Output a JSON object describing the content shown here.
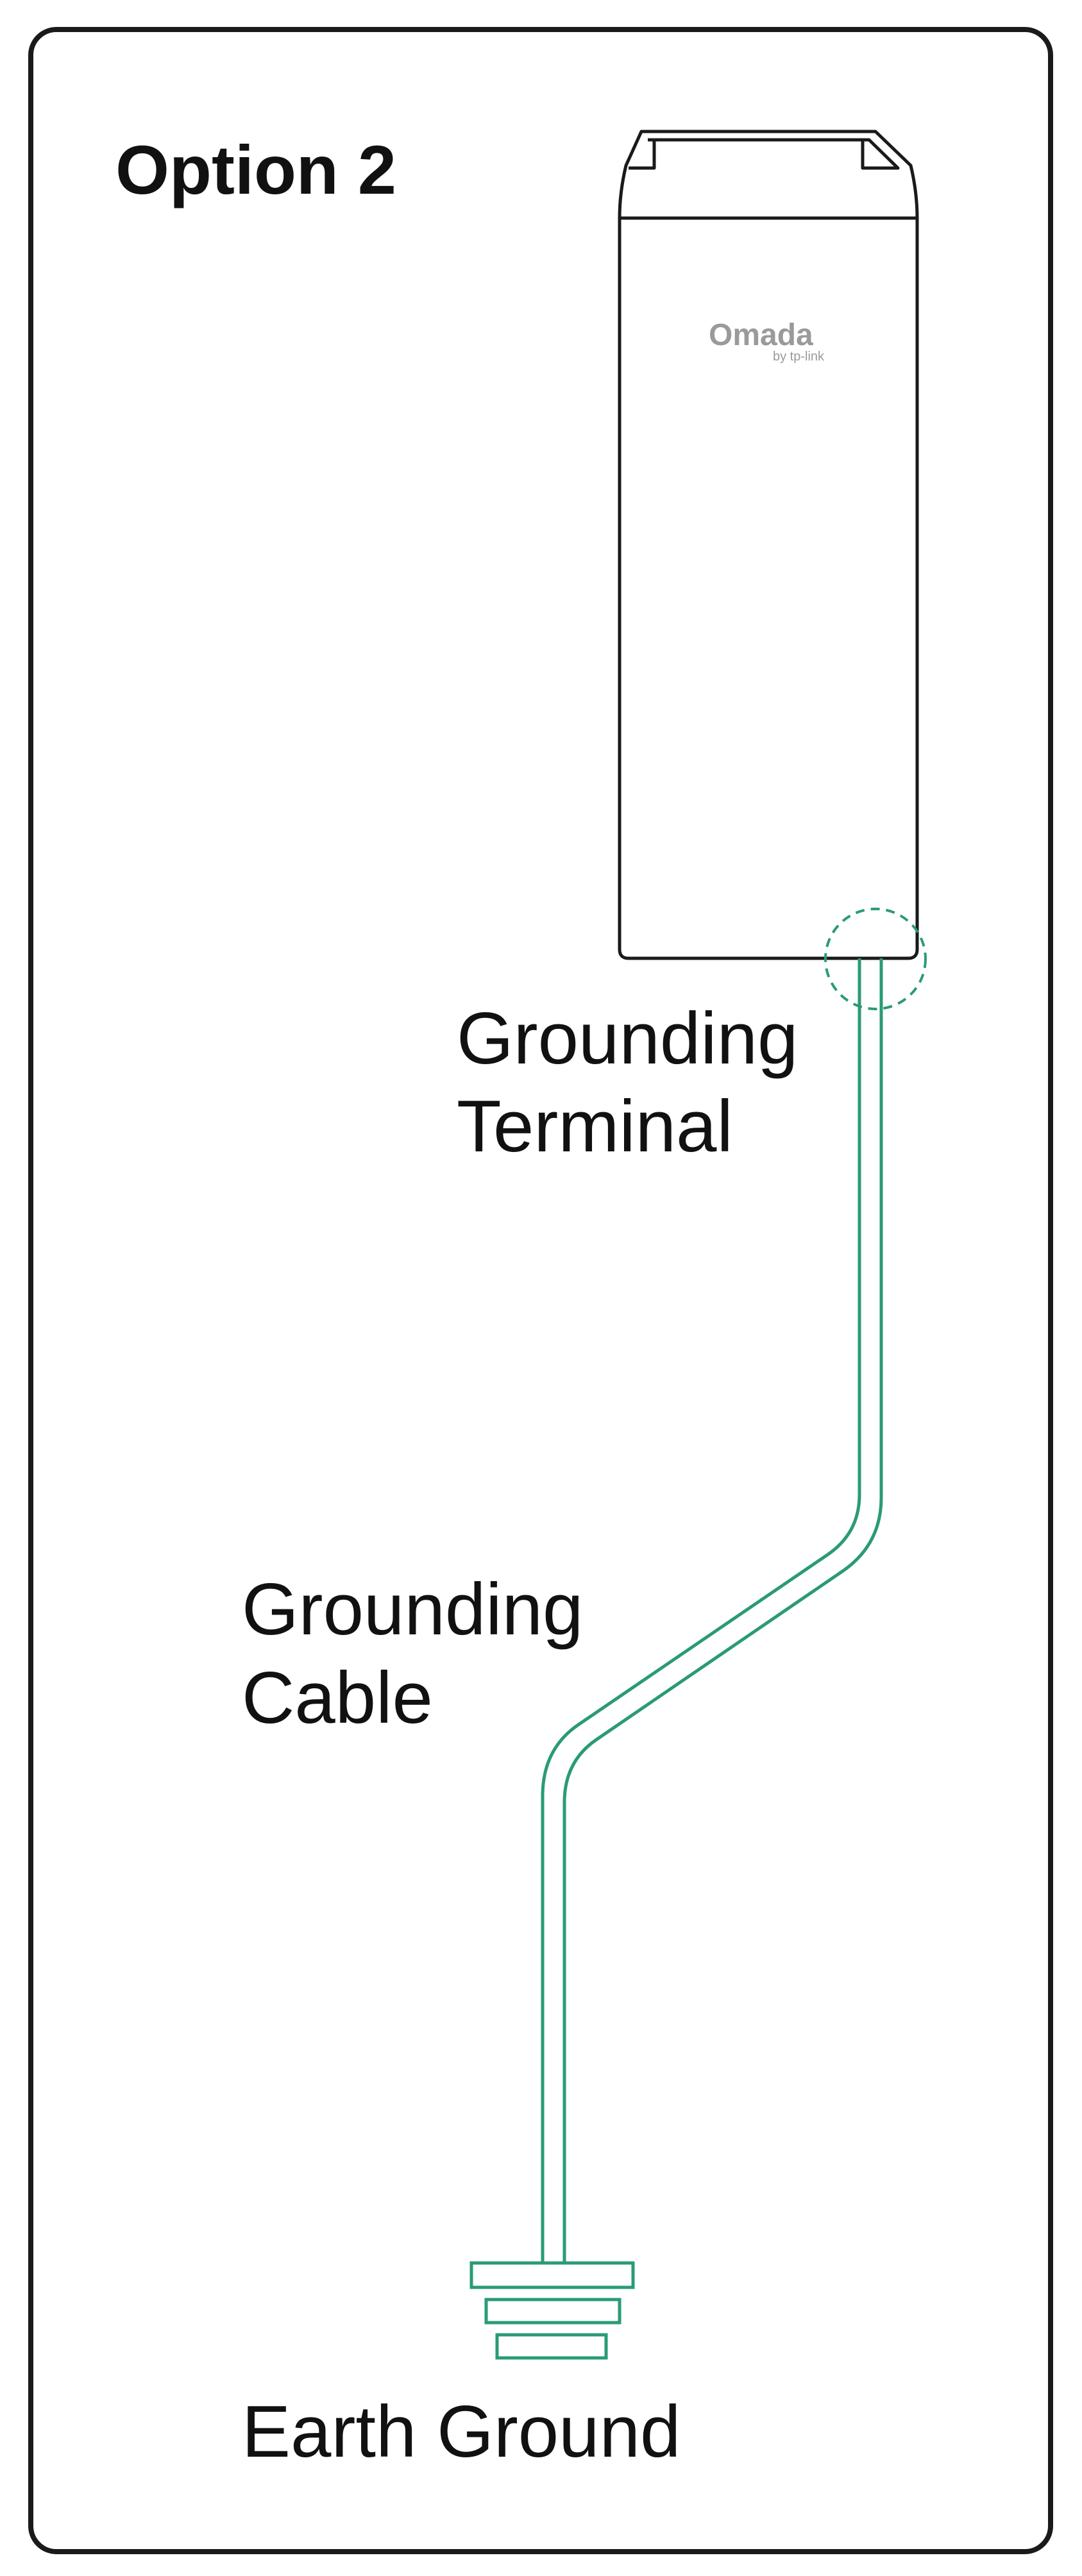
{
  "title": "Option 2",
  "device": {
    "brand": "Omada",
    "brand_sub": "by tp-link"
  },
  "labels": {
    "grounding_terminal": [
      "Grounding",
      "Terminal"
    ],
    "grounding_cable": [
      "Grounding",
      "Cable"
    ],
    "earth_ground": "Earth Ground"
  },
  "colors": {
    "frame": "#1a1a1a",
    "cable": "#2a9a78",
    "text": "#111111",
    "brand": "#9a9a9a"
  }
}
